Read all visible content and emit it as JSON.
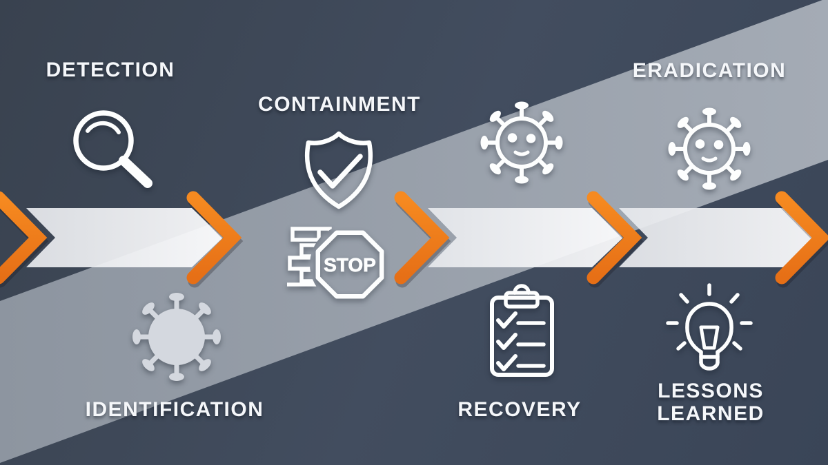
{
  "steps": [
    {
      "id": "detection",
      "label": "DETECTION",
      "row": "top"
    },
    {
      "id": "identification",
      "label": "IDENTIFICATION",
      "row": "bottom"
    },
    {
      "id": "containment",
      "label": "CONTAINMENT",
      "row": "top"
    },
    {
      "id": "recovery",
      "label": "RECOVERY",
      "row": "bottom"
    },
    {
      "id": "eradication",
      "label": "ERADICATION",
      "row": "top"
    },
    {
      "id": "lessons_learned",
      "label": "LESSONS LEARNED",
      "row": "bottom"
    }
  ],
  "stop_sign": {
    "text": "STOP"
  },
  "icons": {
    "detection": "magnifier-icon",
    "identification": "virus-solid-icon",
    "containment": [
      "shield-check-icon",
      "firewall-stop-icon"
    ],
    "recovery": "clipboard-checklist-icon",
    "eradication": "virus-outline-icon",
    "lessons_learned": "lightbulb-icon",
    "flow": "chevron-right-icon"
  },
  "colors": {
    "background_dark": "#3E4959",
    "diagonal_band": "#97A0AB",
    "arrow_segment": "#F2F4F6",
    "chevron_orange": "#EF7D1D",
    "icon_stroke": "#FDFEFE",
    "solid_virus": "#D4D8DF"
  }
}
